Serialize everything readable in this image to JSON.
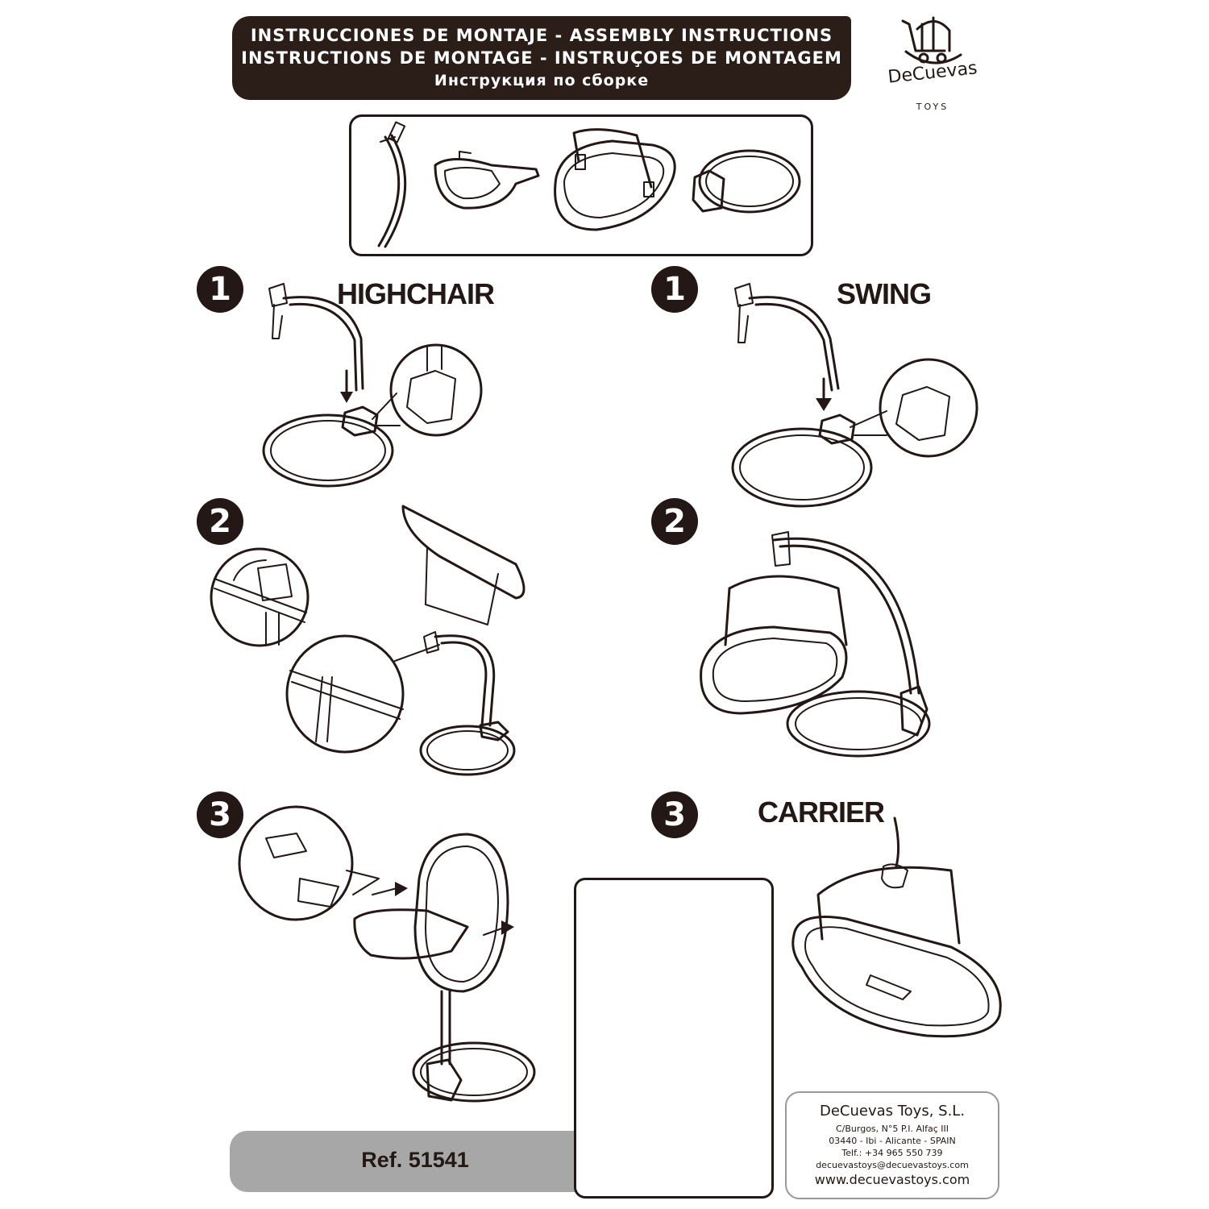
{
  "header": {
    "line1": "INSTRUCCIONES DE MONTAJE  -  ASSEMBLY INSTRUCTIONS",
    "line2": "INSTRUCTIONS DE MONTAGE - INSTRUÇOES DE MONTAGEM",
    "line3": "Инструкция по сборке"
  },
  "logo": {
    "name": "DeCuevas",
    "sub": "TOYS",
    "icon": "rocking-stroller-icon"
  },
  "sections": {
    "highchair": {
      "title": "HIGHCHAIR",
      "steps": [
        "1",
        "2",
        "3"
      ]
    },
    "swing": {
      "title": "SWING",
      "steps": [
        "1",
        "2"
      ]
    },
    "carrier": {
      "title": "CARRIER",
      "step": "3"
    }
  },
  "ref": "Ref. 51541",
  "company": {
    "name": "DeCuevas Toys, S.L.",
    "address1": "C/Burgos, N°5 P.I. Alfaç III",
    "address2": "03440 - Ibi - Alicante - SPAIN",
    "phone": "Telf.: +34 965 550 739",
    "email": "decuevastoys@decuevastoys.com",
    "web": "www.decuevastoys.com"
  },
  "colors": {
    "dark": "#231815",
    "band": "#2b1d18",
    "ref_band": "#a7a7a7"
  }
}
